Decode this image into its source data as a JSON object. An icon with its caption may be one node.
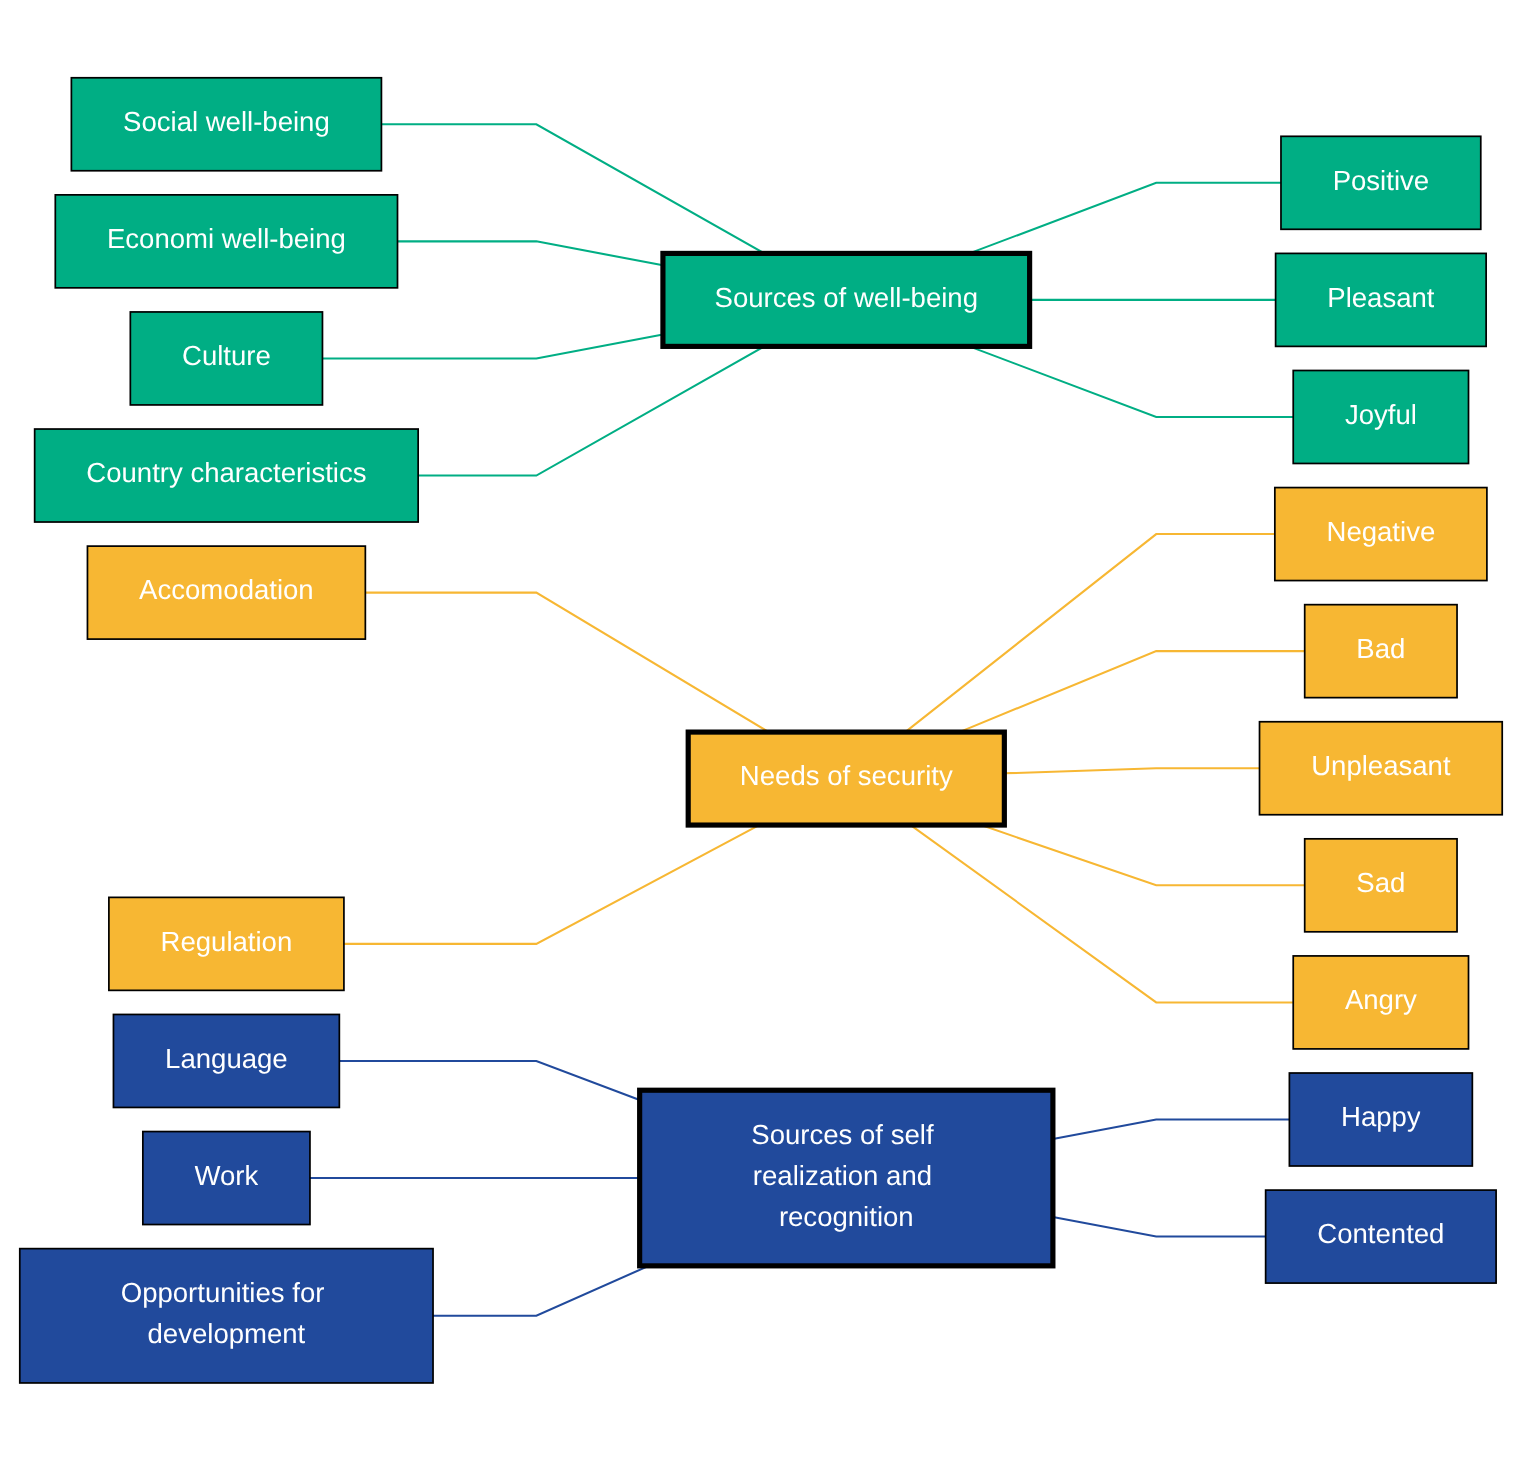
{
  "diagram": {
    "nodes": [
      {
        "text": [
          "Social well-being"
        ]
      },
      {
        "text": [
          "Economi well-being"
        ]
      },
      {
        "text": [
          "Accomodation"
        ]
      },
      {
        "text": [
          "Culture"
        ]
      },
      {
        "text": [
          "Country characteristics"
        ]
      },
      {
        "text": [
          "Language"
        ]
      },
      {
        "text": [
          "Regulation"
        ]
      },
      {
        "text": [
          "Work"
        ]
      },
      {
        "text": [
          "Opportunities for development"
        ]
      },
      {
        "text": [
          "Sources of self realization and recognition"
        ]
      },
      {
        "text": [
          "Sources of well-being"
        ]
      },
      {
        "text": [
          "Needs of security"
        ]
      },
      {
        "text": [
          "Positive"
        ]
      },
      {
        "text": [
          "Negative"
        ]
      },
      {
        "text": [
          "Bad"
        ]
      },
      {
        "text": [
          "Pleasant"
        ]
      },
      {
        "text": [
          "Unpleasant"
        ]
      },
      {
        "text": [
          "Happy"
        ]
      },
      {
        "text": [
          "Sad"
        ]
      },
      {
        "text": [
          "Joyful"
        ]
      },
      {
        "text": [
          "Angry"
        ]
      },
      {
        "text": [
          "Contented"
        ]
      }
    ],
    "edges": [
      {
        "from": 0,
        "to": 10,
        "arrow": "none",
        "color": "#00ae84"
      },
      {
        "from": 1,
        "to": 10,
        "arrow": "none",
        "color": "#00ae84"
      },
      {
        "from": 2,
        "to": 11,
        "arrow": "none",
        "color": "#f7b733"
      },
      {
        "from": 3,
        "to": 10,
        "arrow": "none",
        "color": "#00ae84"
      },
      {
        "from": 4,
        "to": 10,
        "arrow": "none",
        "color": "#00ae84"
      },
      {
        "from": 5,
        "to": 9,
        "arrow": "none",
        "color": "#214a9c"
      },
      {
        "from": 6,
        "to": 11,
        "arrow": "none",
        "color": "#f7b733"
      },
      {
        "from": 7,
        "to": 9,
        "arrow": "none",
        "color": "#214a9c"
      },
      {
        "from": 8,
        "to": 9,
        "arrow": "none",
        "color": "#214a9c"
      },
      {
        "from": 10,
        "to": 12,
        "arrow": "none",
        "color": "#00ae84"
      },
      {
        "from": 11,
        "to": 13,
        "arrow": "none",
        "color": "#f7b733"
      },
      {
        "from": 11,
        "to": 14,
        "arrow": "none",
        "color": "#f7b733"
      },
      {
        "from": 10,
        "to": 15,
        "arrow": "none",
        "color": "#00ae84"
      },
      {
        "from": 11,
        "to": 16,
        "arrow": "none",
        "color": "#f7b733"
      },
      {
        "from": 9,
        "to": 17,
        "arrow": "none",
        "color": "#214a9c"
      },
      {
        "from": 11,
        "to": 18,
        "arrow": "none",
        "color": "#f7b733"
      },
      {
        "from": 10,
        "to": 19,
        "arrow": "none",
        "color": "#00ae84"
      },
      {
        "from": 11,
        "to": 20,
        "arrow": "none",
        "color": "#f7b733"
      },
      {
        "from": 9,
        "to": 21,
        "arrow": "none",
        "color": "#214a9c"
      }
    ]
  }
}
